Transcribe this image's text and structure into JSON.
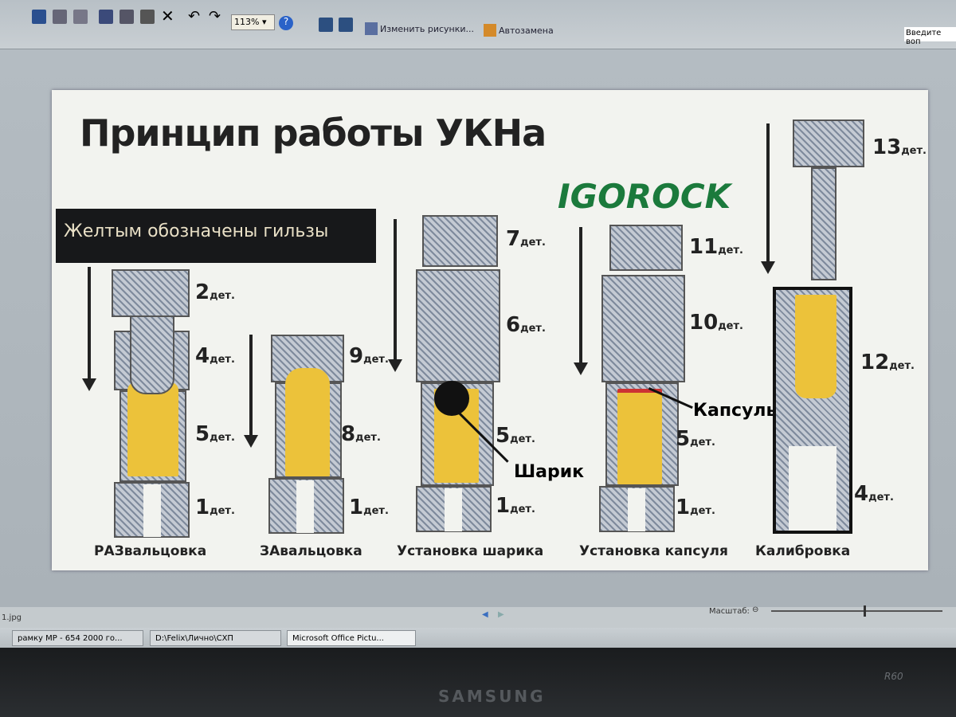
{
  "toolbar": {
    "zoom_value": "113%",
    "edit_pictures": "Изменить рисунки...",
    "autocorrect": "Автозамена",
    "search_placeholder": "Введите воп"
  },
  "diagram": {
    "title": "Принцип работы УКНа",
    "brand": "IGOROCK",
    "legend": "Желтым обозначены гильзы",
    "unit": "дет.",
    "stages": [
      {
        "caption": "РАЗвальцовка",
        "parts": [
          "2",
          "4",
          "5",
          "1"
        ]
      },
      {
        "caption": "ЗАвальцовка",
        "parts": [
          "9",
          "8",
          "1"
        ]
      },
      {
        "caption": "Установка шарика",
        "parts": [
          "7",
          "6",
          "5",
          "1"
        ],
        "callout": "Шарик"
      },
      {
        "caption": "Установка капсуля",
        "parts": [
          "11",
          "10",
          "5",
          "1"
        ],
        "callout": "Капсуль"
      },
      {
        "caption": "Калибровка",
        "parts": [
          "13",
          "12",
          "4"
        ]
      }
    ],
    "colors": {
      "case": "#ecc23a",
      "brand": "#1b7a3c"
    }
  },
  "status": {
    "filename": "1.jpg",
    "zoom_label": "Масштаб:"
  },
  "taskbar": {
    "items": [
      "рамку МР - 654 2000 го...",
      "D:\\Felix\\Лично\\СХП",
      "Microsoft Office Pictu..."
    ]
  },
  "monitor": {
    "brand": "SAMSUNG",
    "model": "R60"
  }
}
